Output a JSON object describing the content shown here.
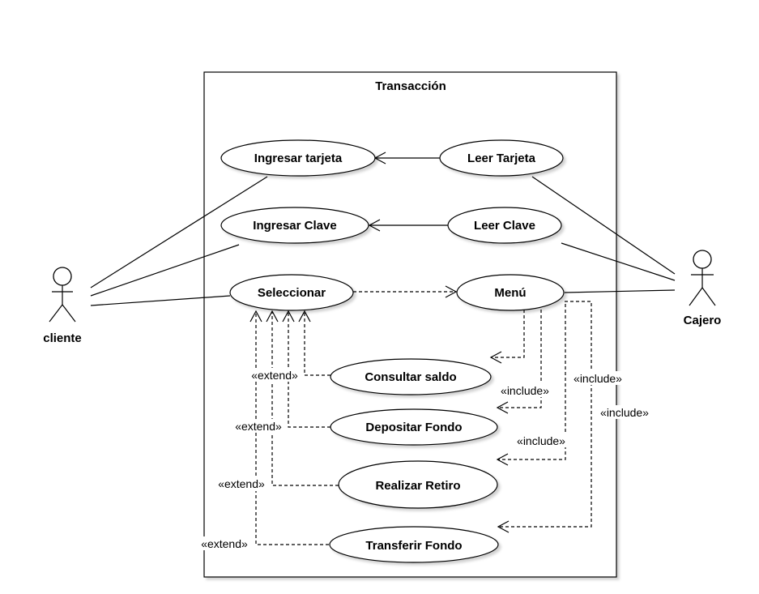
{
  "system": {
    "title": "Transacción"
  },
  "actors": {
    "cliente": {
      "label": "cliente"
    },
    "cajero": {
      "label": "Cajero"
    }
  },
  "use_cases": {
    "ingresar_tarjeta": "Ingresar tarjeta",
    "leer_tarjeta": "Leer Tarjeta",
    "ingresar_clave": "Ingresar Clave",
    "leer_clave": "Leer Clave",
    "seleccionar": "Seleccionar",
    "menu": "Menú",
    "consultar_saldo": "Consultar saldo",
    "depositar_fondo": "Depositar Fondo",
    "realizar_retiro": "Realizar Retiro",
    "transferir_fondo": "Transferir Fondo"
  },
  "stereotypes": {
    "extend": "«extend»",
    "include": "«include»"
  }
}
